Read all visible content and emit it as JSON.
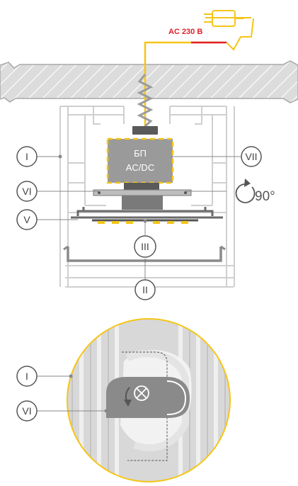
{
  "power_label": "AC 230 B",
  "psu_label": {
    "line1": "БП",
    "line2": "AC/DC"
  },
  "rotation_label": "90°",
  "markers": {
    "I": "I",
    "II": "II",
    "III": "III",
    "V": "V",
    "VI": "VI",
    "VII": "VII"
  },
  "colors": {
    "yellow": "#f5c518",
    "red": "#e0202a",
    "profile_stroke": "#cfcfcf",
    "dark_gray": "#8a8a8a",
    "psu_fill": "#9a9a9a",
    "ceiling_fill": "#d9d9d9"
  },
  "icons": [
    "plug-icon",
    "screw-icon",
    "rotate-arrow-icon",
    "rotate-knob-icon"
  ]
}
